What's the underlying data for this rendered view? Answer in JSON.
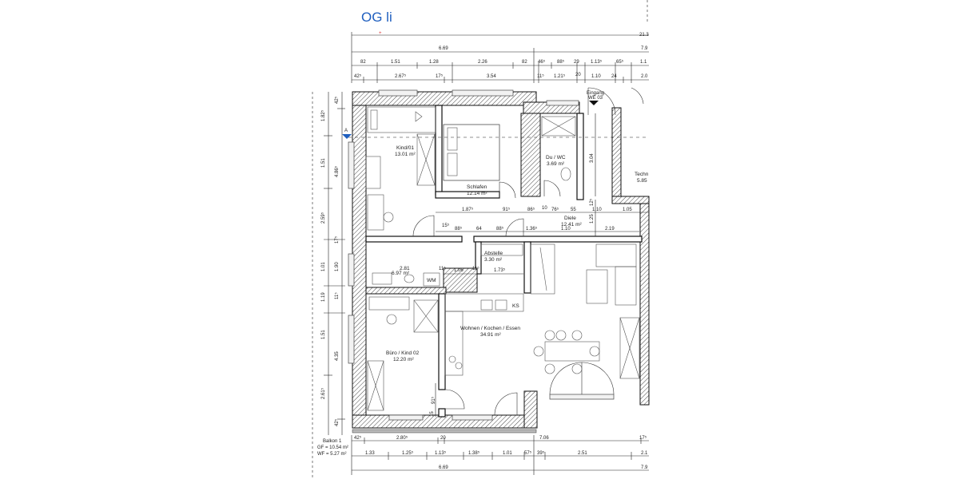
{
  "title": "OG li",
  "marker_a": "A",
  "entrance": {
    "line1": "Eingang",
    "line2": "WE 03"
  },
  "rooms": {
    "kind01": {
      "name": "Kind/01",
      "area": "13.01 m²"
    },
    "schlafen": {
      "name": "Schlafen",
      "area": "12.14 m²"
    },
    "duwc": {
      "name": "Du / WC",
      "area": "3.69 m²"
    },
    "techn": {
      "name": "Techn",
      "area": "5.85"
    },
    "diele": {
      "name": "Diele",
      "area": "12.41 m²"
    },
    "abstelle": {
      "name": "Abstelle",
      "area": "3.30 m²"
    },
    "bad": {
      "name": "2.81",
      "area": "6.97 m²"
    },
    "wohnen": {
      "name": "Wohnen / Kochen / Essen",
      "area": "34.91 m²"
    },
    "buero": {
      "name": "Büro / Kind 02",
      "area": "12.20 m²"
    }
  },
  "fixtures": {
    "wm": "WM",
    "ks": "KS"
  },
  "balkon": {
    "name": "Balkon 1",
    "gf": "GF = 10.54 m²",
    "wf": "WF = 5.27 m²"
  },
  "top_dims": {
    "row1": [
      "21.3"
    ],
    "row2": [
      "6.69",
      "7.9"
    ],
    "row3": [
      "82",
      "1.51",
      "1.28",
      "2.26",
      "82",
      "46⁵",
      "88⁵",
      "29",
      "1.13⁵",
      "65⁵",
      "1.1"
    ],
    "row4": [
      "42⁵",
      "2.67⁵",
      "17⁵",
      "3.54",
      "11⁵",
      "1.21⁵",
      "20",
      "1.10",
      "24",
      "2.0"
    ]
  },
  "left_dims": {
    "outer": [
      "1.82⁵",
      "1.51",
      "2.59⁵",
      "1.01",
      "1.19",
      "1.51",
      "2.61⁵"
    ],
    "inner": [
      "42⁵",
      "4.86⁵",
      "17⁵",
      "1.90",
      "11⁵",
      "4.35",
      "42⁵"
    ]
  },
  "interior_dims": [
    "1.87⁵",
    "91⁵",
    "86⁵",
    "10",
    "76⁵",
    "55",
    "1.10",
    "1.05",
    "15⁵",
    "88⁵",
    "64",
    "88⁵",
    "1.36⁵",
    "1.10",
    "2.19",
    "11⁵",
    "1.06",
    "11⁵",
    "1.73⁵",
    "3.04",
    "12⁵",
    "1.25",
    "91⁵",
    "15"
  ],
  "bottom_dims": {
    "row1": [
      "42⁵",
      "2.80⁵",
      "20",
      "7.06",
      "17⁵"
    ],
    "row2": [
      "1.33",
      "1.25⁵",
      "1.13⁵",
      "1.38⁵",
      "1.01",
      "57⁵",
      "39⁵",
      "2.51",
      "2.1"
    ],
    "row3": [
      "6.69",
      "7.9"
    ]
  }
}
